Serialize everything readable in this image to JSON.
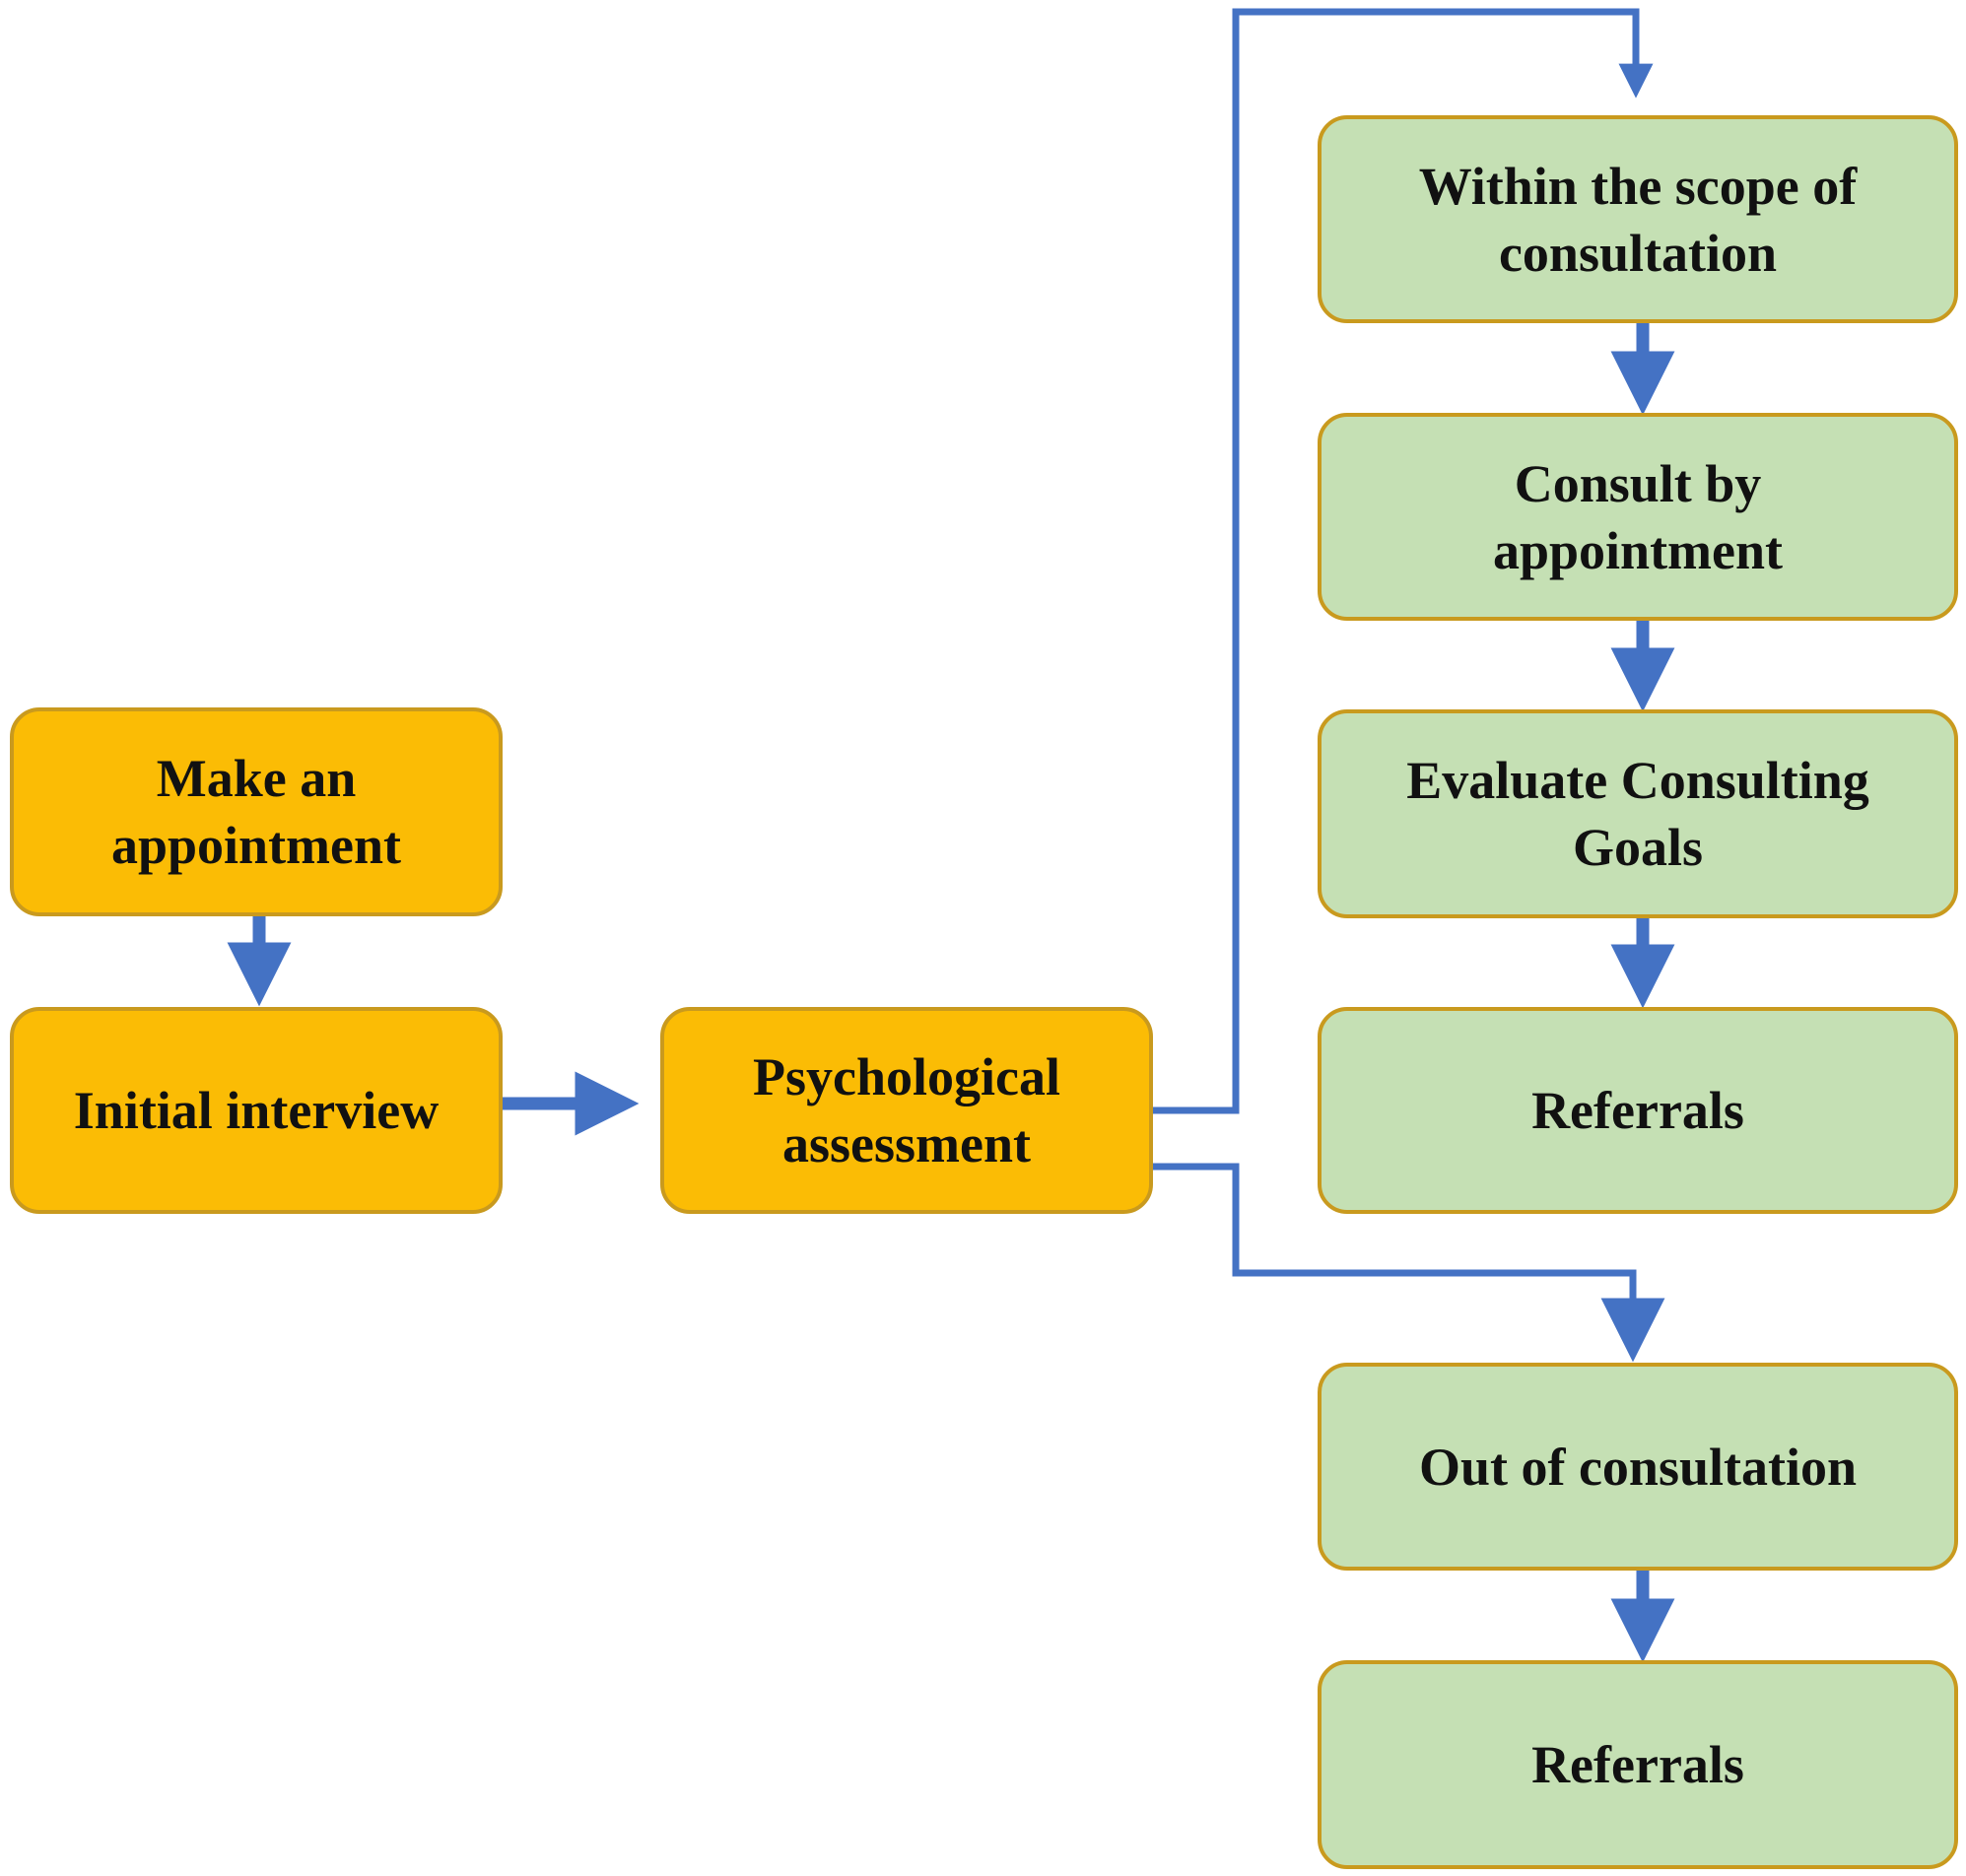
{
  "colors": {
    "orange_fill": "#fbbc05",
    "green_fill": "#c5e0b4",
    "node_border": "#c99a1e",
    "arrow": "#4472c4"
  },
  "nodes": {
    "make_appointment": "Make an appointment",
    "initial_interview": "Initial interview",
    "psychological_assessment": "Psychological assessment",
    "within_scope": "Within the scope of consultation",
    "consult_by_appointment": "Consult by appointment",
    "evaluate_goals": "Evaluate Consulting Goals",
    "referrals_upper": "Referrals",
    "out_of_consultation": "Out of consultation",
    "referrals_lower": "Referrals"
  },
  "edges": [
    {
      "from": "make_appointment",
      "to": "initial_interview"
    },
    {
      "from": "initial_interview",
      "to": "psychological_assessment"
    },
    {
      "from": "psychological_assessment",
      "to": "within_scope"
    },
    {
      "from": "within_scope",
      "to": "consult_by_appointment"
    },
    {
      "from": "consult_by_appointment",
      "to": "evaluate_goals"
    },
    {
      "from": "evaluate_goals",
      "to": "referrals_upper"
    },
    {
      "from": "psychological_assessment",
      "to": "out_of_consultation"
    },
    {
      "from": "out_of_consultation",
      "to": "referrals_lower"
    }
  ]
}
